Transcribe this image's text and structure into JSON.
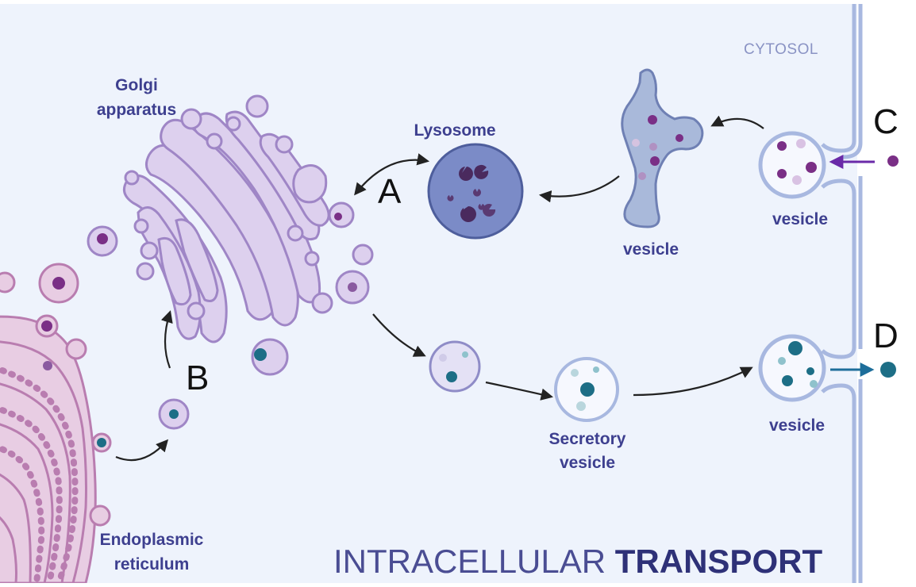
{
  "region_label": "CYTOSOL",
  "title": {
    "part1": "INTRACELLULAR ",
    "part2": "TRANSPORT"
  },
  "organelles": {
    "golgi_line1": "Golgi",
    "golgi_line2": "apparatus",
    "er_line1": "Endoplasmic",
    "er_line2": "reticulum",
    "lysosome": "Lysosome",
    "secretory_line1": "Secretory",
    "secretory_line2": "vesicle",
    "vesicle_endo": "vesicle",
    "vesicle_in": "vesicle",
    "vesicle_out": "vesicle"
  },
  "letters": {
    "a": "A",
    "b": "B",
    "c": "C",
    "d": "D"
  },
  "colors": {
    "background": "#eef3fc",
    "membrane": "#a8b8e0",
    "golgi": "#ddd0ee",
    "er": "#e8cde3",
    "purple_particle": "#6e2e7f",
    "teal_particle": "#1d6e86",
    "arrow": "#222222"
  }
}
